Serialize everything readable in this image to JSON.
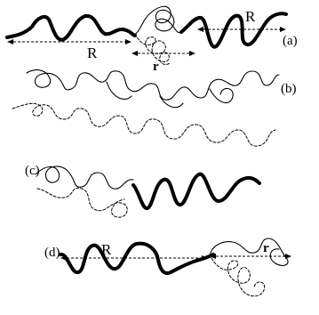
{
  "panels": {
    "a": {
      "label": "(a)",
      "dims": {
        "R_left": "R",
        "r": "r",
        "R_right": "R"
      }
    },
    "b": {
      "label": "(b)"
    },
    "c": {
      "label": "(c)"
    },
    "d": {
      "label": "(d)",
      "dims": {
        "R": "R",
        "r": "r"
      }
    }
  }
}
